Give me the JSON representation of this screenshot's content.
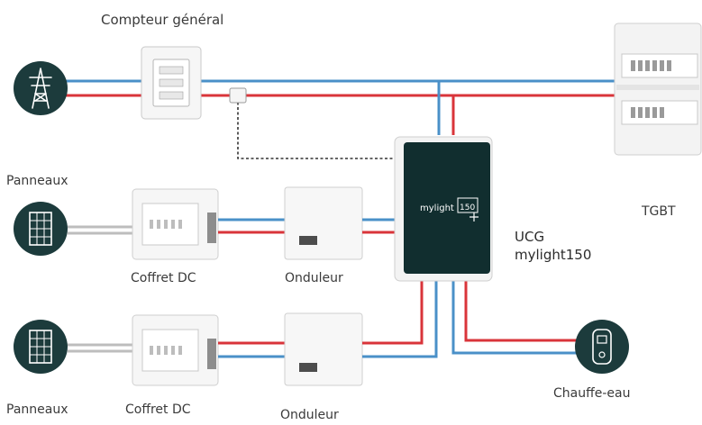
{
  "labels": {
    "compteur": "Compteur général",
    "panneaux_top": "Panneaux",
    "panneaux_bottom": "Panneaux",
    "coffret_top": "Coffret DC",
    "coffret_bottom": "Coffret DC",
    "onduleur_top": "Onduleur",
    "onduleur_bottom": "Onduleur",
    "ucg_line1": "UCG",
    "ucg_line2": "mylight150",
    "tgbt": "TGBT",
    "chauffe_eau": "Chauffe-eau"
  },
  "device_screen": {
    "brand": "mylight",
    "model": "150"
  },
  "colors": {
    "phase": "#d9343a",
    "neutral": "#4a90c8",
    "dc_cable": "#bdbdbd",
    "dashed_link": "#333333",
    "icon_circle": "#1c3b3c",
    "device_body": "#f3f3f3",
    "device_screen": "#112e2f"
  },
  "icons": [
    "pylon-icon",
    "solar-panel-icon",
    "solar-panel-icon",
    "water-heater-icon"
  ]
}
